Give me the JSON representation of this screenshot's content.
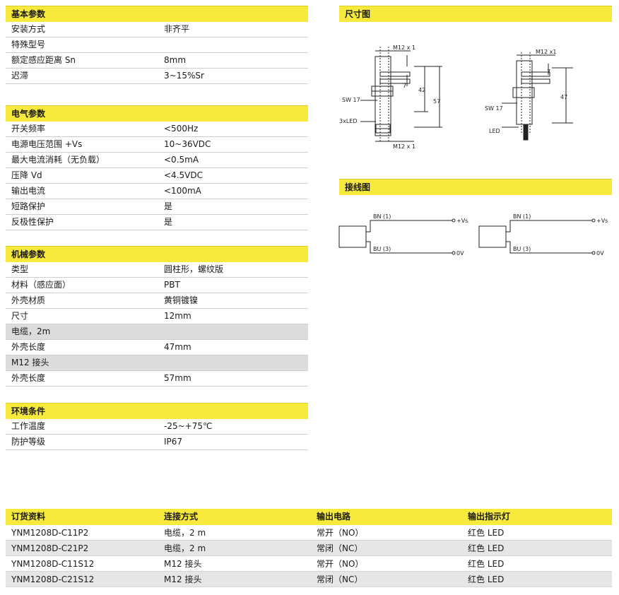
{
  "basic": {
    "title": "基本参数",
    "rows": [
      {
        "k": "安装方式",
        "v": "非齐平"
      },
      {
        "k": "特殊型号",
        "v": ""
      },
      {
        "k": "额定感应距离 Sn",
        "v": "8mm"
      },
      {
        "k": "迟滞",
        "v": "3~15%Sr"
      }
    ]
  },
  "electrical": {
    "title": "电气参数",
    "rows": [
      {
        "k": "开关频率",
        "v": "<500Hz"
      },
      {
        "k": "电源电压范围 +Vs",
        "v": "10~36VDC"
      },
      {
        "k": "最大电流消耗（无负载）",
        "v": "<0.5mA"
      },
      {
        "k": "压降 Vd",
        "v": "<4.5VDC"
      },
      {
        "k": "输出电流",
        "v": "<100mA"
      },
      {
        "k": "短路保护",
        "v": "是"
      },
      {
        "k": "反极性保护",
        "v": "是"
      }
    ]
  },
  "mechanical": {
    "title": "机械参数",
    "rows": [
      {
        "k": "类型",
        "v": "圆柱形，螺纹版"
      },
      {
        "k": "材料（感应面）",
        "v": "PBT"
      },
      {
        "k": "外壳材质",
        "v": "黄铜镀镍"
      },
      {
        "k": "尺寸",
        "v": "12mm"
      },
      {
        "k": "电缆，2m",
        "v": ""
      },
      {
        "k": "外壳长度",
        "v": "47mm"
      },
      {
        "k": "M12 接头",
        "v": ""
      },
      {
        "k": "外壳长度",
        "v": "57mm"
      }
    ]
  },
  "environment": {
    "title": "环境条件",
    "rows": [
      {
        "k": "工作温度",
        "v": "-25~+75℃"
      },
      {
        "k": "防护等级",
        "v": "IP67"
      }
    ]
  },
  "dimensions": {
    "title": "尺寸图",
    "left": {
      "thread_top": "M12 x 1",
      "thread_bottom": "M12 x 1",
      "dim_7": "7",
      "dim_42": "42",
      "dim_57": "57",
      "sw": "SW 17",
      "led": "3xLED"
    },
    "right": {
      "thread_top": "M12 x1",
      "dim_7": "7",
      "dim_47": "47",
      "sw": "SW 17",
      "led": "LED"
    }
  },
  "wiring": {
    "title": "接线图",
    "bn": "BN (1)",
    "bu": "BU (3)",
    "vs": "+Vs",
    "zero": "0V"
  },
  "ordering": {
    "headers": [
      "订货资料",
      "连接方式",
      "输出电路",
      "输出指示灯"
    ],
    "rows": [
      [
        "YNM1208D-C11P2",
        "电缆，2 m",
        "常开（NO）",
        "红色 LED"
      ],
      [
        "YNM1208D-C21P2",
        "电缆，2 m",
        "常闭（NC）",
        "红色 LED"
      ],
      [
        "YNM1208D-C11S12",
        "M12 接头",
        "常开（NO）",
        "红色 LED"
      ],
      [
        "YNM1208D-C21S12",
        "M12 接头",
        "常闭（NC）",
        "红色 LED"
      ]
    ]
  },
  "colors": {
    "header": "#f7ea3c",
    "sub_row": "#dcdcdc"
  }
}
